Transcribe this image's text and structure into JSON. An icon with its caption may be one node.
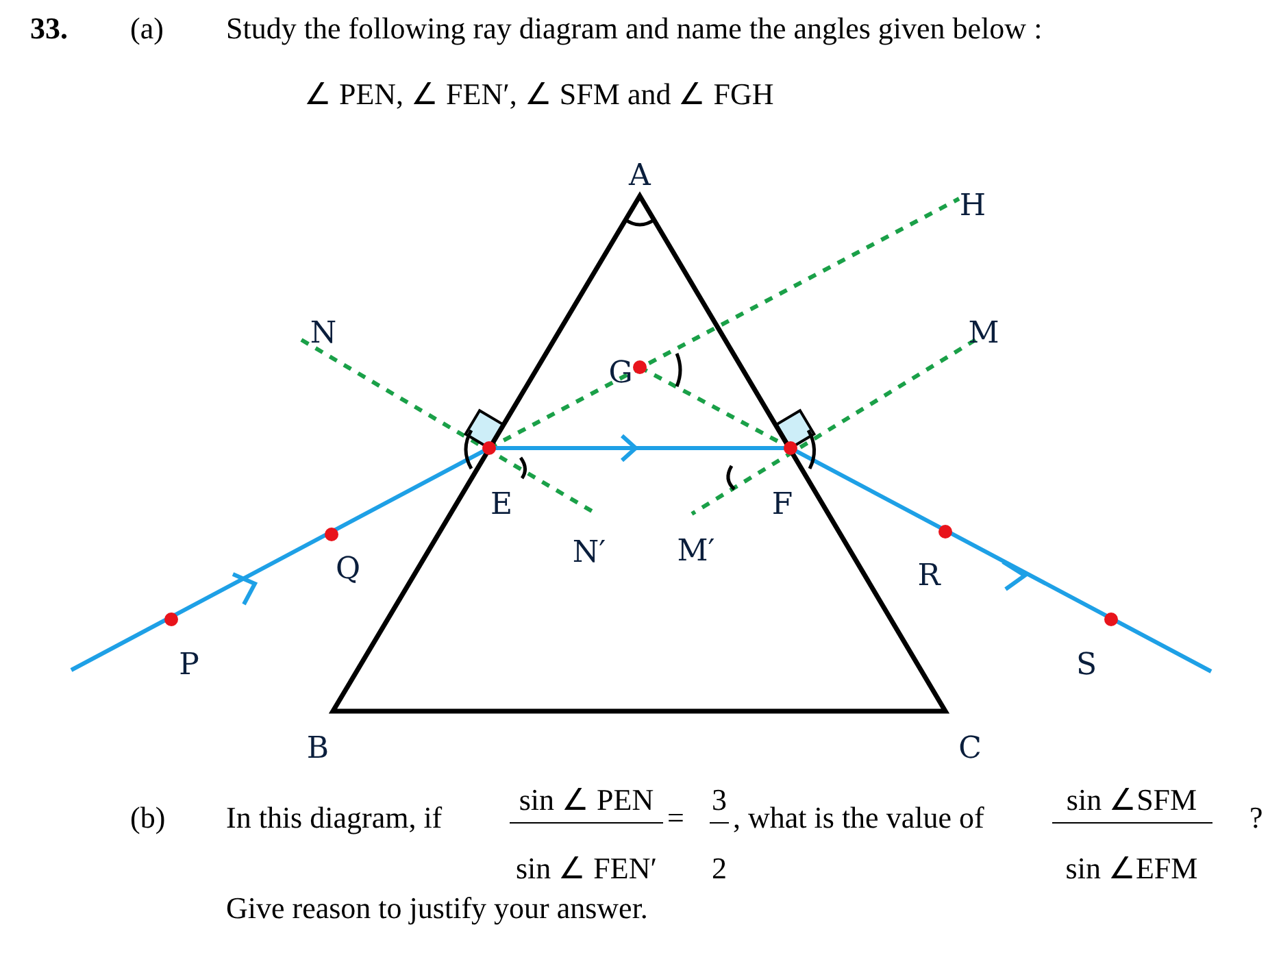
{
  "diagram": {
    "labels": [
      "33.",
      "(a)",
      "Study the following ray diagram and name the angles given below :",
      "∠ PEN, ∠ FEN′, ∠ SFM and ∠ FGH",
      "A",
      "H",
      "N",
      "M",
      "G",
      "E",
      "F",
      "Q",
      "N′",
      "M′",
      "R",
      "P",
      "S",
      "B",
      "C",
      "(b)",
      "In this diagram, if",
      "sin ∠ PEN",
      "sin ∠ FEN′",
      "=",
      "3",
      "2",
      ", what is the value of",
      "sin ∠SFM",
      "sin ∠EFM",
      "?",
      "Give reason to justify your answer."
    ]
  }
}
